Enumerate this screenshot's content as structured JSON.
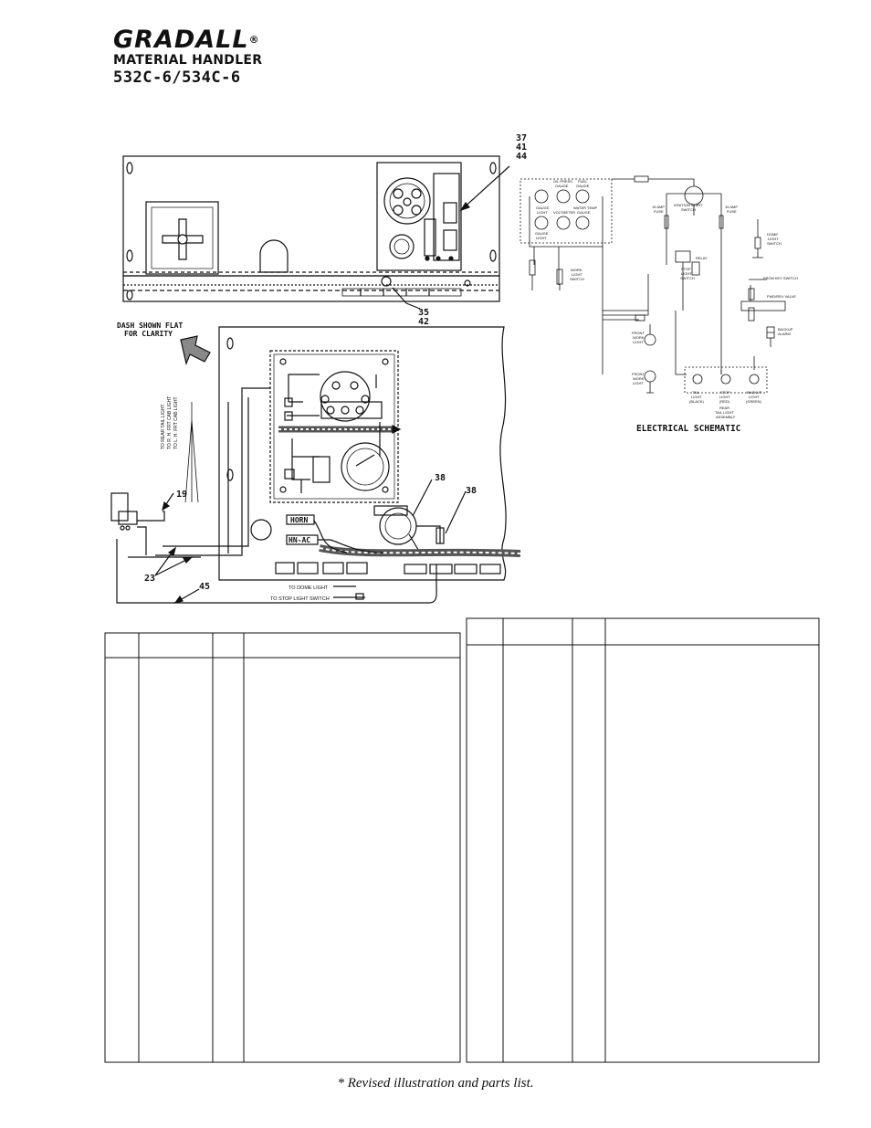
{
  "header": {
    "brand": "GRADALL",
    "registered": "®",
    "product_line": "MATERIAL HANDLER",
    "model": "532C-6/534C-6"
  },
  "callouts": {
    "c37_41_44": [
      "37",
      "41",
      "44"
    ],
    "c35_42": [
      "35",
      "42"
    ],
    "c38a": "38",
    "c38b": "38",
    "c19": "19",
    "c23": "23",
    "c45": "45"
  },
  "dash": {
    "note_line1": "DASH SHOWN FLAT",
    "note_line2": "FOR CLARITY",
    "horn_label": "HORN",
    "hn_ac_label": "HN-AC",
    "to_dome_light": "TO DOME LIGHT",
    "to_stop_light_switch": "TO STOP LIGHT SWITCH",
    "wire_labels": [
      "TO REAR TAIL LIGHT",
      "TO R. H. FRT CAB LIGHT",
      "TO L. H. FRT CAB LIGHT"
    ]
  },
  "schematic": {
    "title": "ELECTRICAL SCHEMATIC",
    "labels": {
      "oil_press_gauge": [
        "OIL PRESS.",
        "GAUGE"
      ],
      "fuel_gauge": [
        "FUEL",
        "GAUGE"
      ],
      "gauge_light_1": [
        "GAUGE",
        "LIGHT"
      ],
      "voltmeter": "VOLTMETER",
      "water_temp_gauge": [
        "WATER TEMP",
        "GAUGE"
      ],
      "gauge_light_2": [
        "GAUGE",
        "LIGHT"
      ],
      "work_light_switch": [
        "WORK",
        "LIGHT",
        "SWITCH"
      ],
      "ignition_start_switch": [
        "IGNITION START",
        "SWITCH"
      ],
      "amp_fuse_1": [
        "15 AMP",
        "FUSE"
      ],
      "amp_fuse_2": [
        "15 AMP",
        "FUSE"
      ],
      "dome_light_switch": [
        "DOME",
        "LIGHT",
        "SWITCH"
      ],
      "relay": "RELAY",
      "stop_light_switch": [
        "STOP",
        "LIGHT",
        "SWITCH"
      ],
      "from_key_switch": "FROM KEY SWITCH",
      "fwd_rev_valve": "FWD/REV VALVE",
      "backup_alarm": [
        "BACKUP",
        "ALARM"
      ],
      "front_work_light_1": [
        "FRONT",
        "WORK",
        "LIGHT"
      ],
      "front_work_light_2": [
        "FRONT",
        "WORK",
        "LIGHT"
      ],
      "tail_light": [
        "TAIL",
        "LIGHT",
        "(BLACK)"
      ],
      "stop_light": [
        "STOP",
        "LIGHT",
        "(RED)"
      ],
      "backup_light": [
        "BACKUP",
        "LIGHT",
        "(GREEN)"
      ],
      "rear_tail_light_assembly": [
        "REAR",
        "TAIL LIGHT",
        "ASSEMBLY"
      ]
    }
  },
  "parts_tables": {
    "left": {
      "headers": [
        "",
        "",
        "",
        ""
      ],
      "rows": []
    },
    "right": {
      "headers": [
        "",
        "",
        "",
        ""
      ],
      "rows": []
    }
  },
  "footer": {
    "note": "* Revised illustration and parts list."
  }
}
